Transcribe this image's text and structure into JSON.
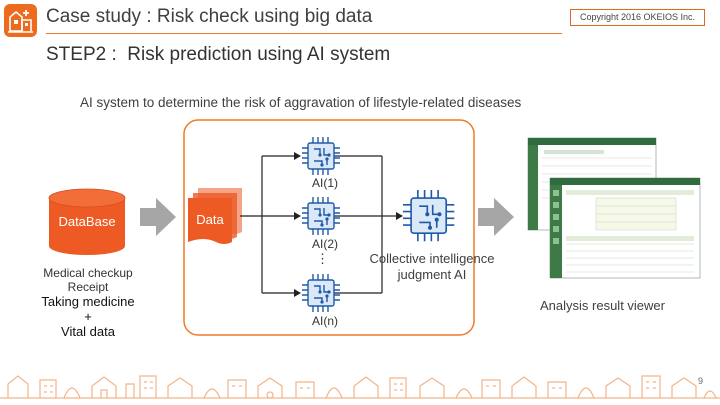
{
  "header": {
    "title": "Case study : Risk check using big data",
    "copyright": "Copyright 2016 OKEIOS Inc.",
    "logo_icon": "hospital-building-logo-icon",
    "accent_color": "#ee6a1e"
  },
  "step_title": "STEP2 :  Risk prediction using AI system",
  "description": "AI system to determine the risk of aggravation of lifestyle-related diseases",
  "database": {
    "label": "DataBase",
    "inputs": [
      "Medical checkup",
      "Receipt",
      "Taking medicine",
      "+",
      "Vital data"
    ]
  },
  "data_box": {
    "label": "Data"
  },
  "ai_units": [
    "AI(1)",
    "AI(2)",
    "AI(n)"
  ],
  "ellipsis": "⋮",
  "collective": {
    "line1": "Collective intelligence",
    "line2": "judgment AI"
  },
  "viewer": {
    "label": "Analysis result viewer"
  },
  "page_number": "9"
}
